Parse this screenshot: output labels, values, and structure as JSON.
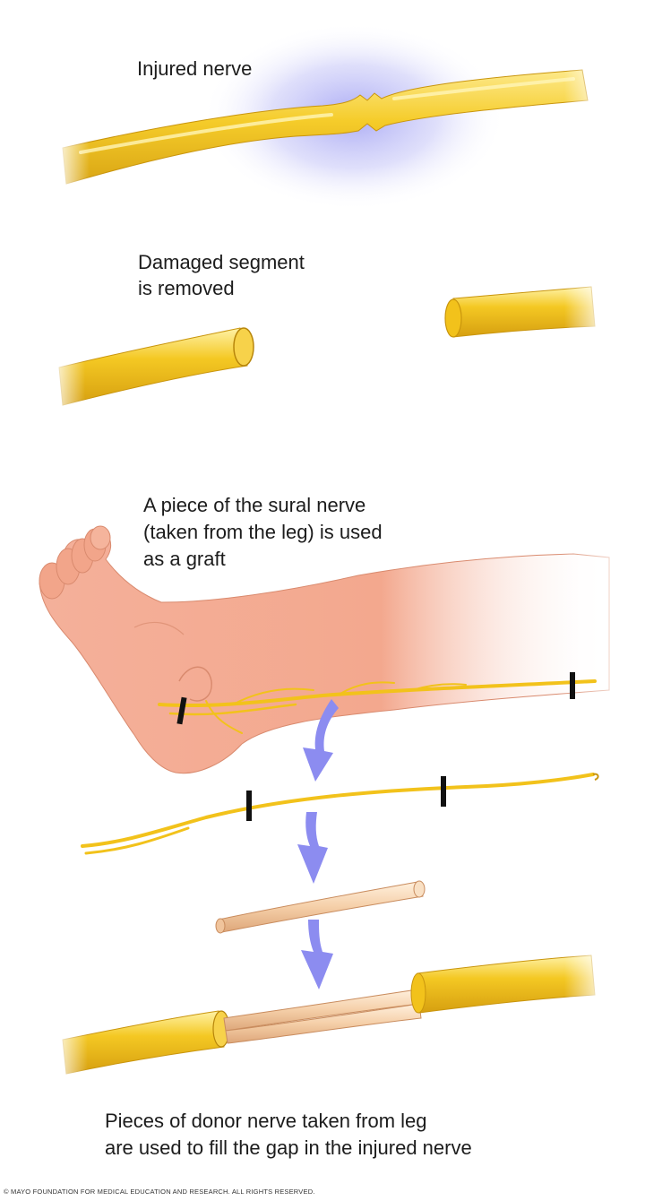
{
  "labels": {
    "injured_nerve": "Injured nerve",
    "damaged_segment": "Damaged segment\nis removed",
    "sural_nerve": "A piece of the sural nerve\n(taken from the leg) is used\nas a graft",
    "donor_pieces": "Pieces of donor nerve taken from leg\nare used to fill the gap in the injured nerve",
    "copyright": "© MAYO FOUNDATION FOR MEDICAL EDUCATION AND RESEARCH. ALL RIGHTS RESERVED."
  },
  "colors": {
    "nerve_yellow": "#f2c21b",
    "nerve_highlight": "#fde98a",
    "injury_glow": "#9b9bf2",
    "skin": "#f2a58a",
    "graft_tan": "#f5cfa8",
    "arrow": "#8c8cf0",
    "marker": "#111111"
  }
}
